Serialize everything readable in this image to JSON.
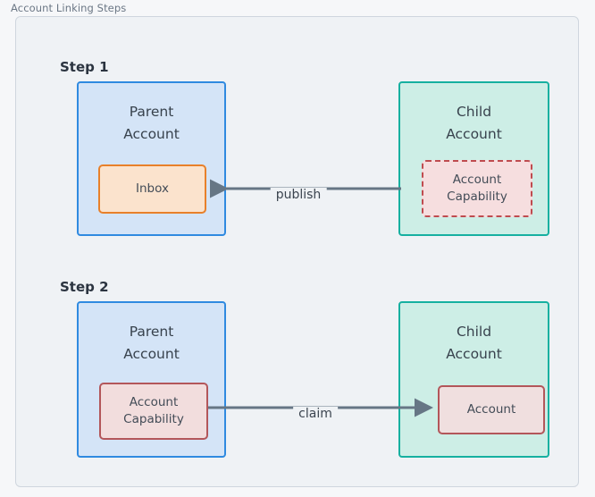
{
  "figure": {
    "caption": "Account Linking Steps",
    "panel_background": "#eff2f5",
    "panel_border": "#cfd6de"
  },
  "colors": {
    "parent_fill": "#d4e4f7",
    "parent_border": "#2f8ae0",
    "child_fill": "#cdeee6",
    "child_border": "#16b0a0",
    "inbox_fill": "#fbe3cd",
    "inbox_border": "#e8802a",
    "capability_dashed_fill": "#f6dedf",
    "capability_dashed_border": "#bf4b4f",
    "capability_solid_fill": "#f2dddd",
    "capability_solid_border": "#b3565a",
    "arrow": "#667685",
    "text": "#38424d",
    "caption_text": "#6b7785"
  },
  "steps": [
    {
      "label": "Step 1",
      "parent": {
        "title": "Parent\nAccount",
        "inner": {
          "label": "Inbox",
          "style": "inbox"
        }
      },
      "child": {
        "title": "Child\nAccount",
        "inner": {
          "label": "Account\nCapability",
          "style": "capability-dashed"
        }
      },
      "arrow": {
        "label": "publish",
        "direction": "left"
      }
    },
    {
      "label": "Step 2",
      "parent": {
        "title": "Parent\nAccount",
        "inner": {
          "label": "Account\nCapability",
          "style": "capability-solid"
        }
      },
      "child": {
        "title": "Child\nAccount",
        "inner": {
          "label": "Account",
          "style": "account-solid"
        }
      },
      "arrow": {
        "label": "claim",
        "direction": "right"
      }
    }
  ]
}
